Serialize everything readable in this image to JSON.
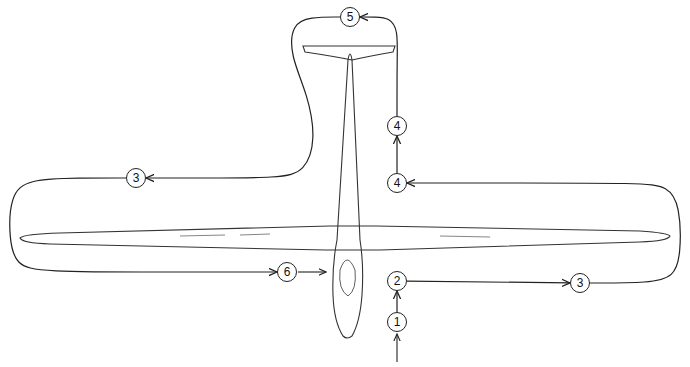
{
  "diagram": {
    "nodes": [
      {
        "text": [
          "1"
        ]
      },
      {
        "text": [
          "2"
        ]
      },
      {
        "text": [
          "3"
        ]
      },
      {
        "text": [
          "4"
        ]
      },
      {
        "text": [
          "4"
        ]
      },
      {
        "text": [
          "5"
        ]
      },
      {
        "text": [
          "3"
        ]
      },
      {
        "text": [
          "6"
        ]
      }
    ],
    "edges": [
      {
        "from": 0,
        "to": 1,
        "arrow": "to"
      },
      {
        "from": 1,
        "to": 2,
        "arrow": "to"
      },
      {
        "from": 2,
        "to": 3,
        "arrow": "to"
      },
      {
        "from": 3,
        "to": 4,
        "arrow": "to"
      },
      {
        "from": 4,
        "to": 5,
        "arrow": "to"
      },
      {
        "from": 5,
        "to": 6,
        "arrow": "to"
      },
      {
        "from": 6,
        "to": 7,
        "arrow": "to"
      }
    ]
  }
}
